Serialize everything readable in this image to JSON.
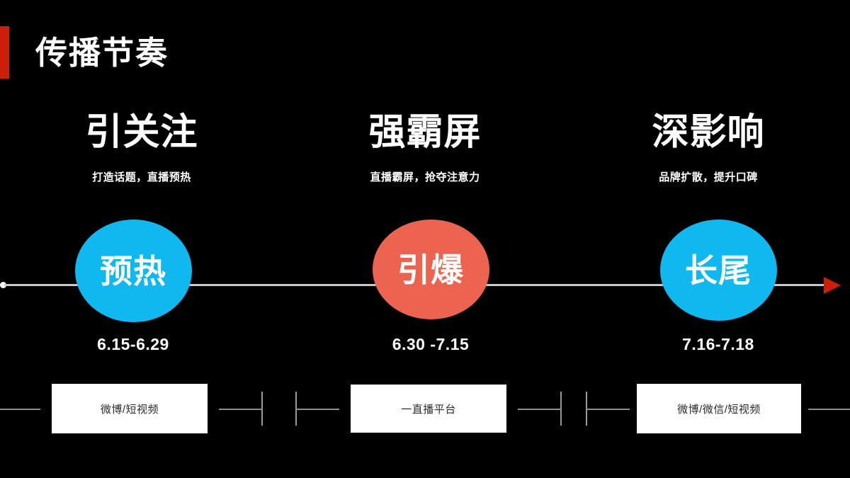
{
  "slide": {
    "background_color": "#000000",
    "accent_color": "#cc1f06",
    "title": "传播节奏"
  },
  "palette": {
    "cyan": "#0fb8ef",
    "coral": "#ec6450",
    "red": "#cc1f06",
    "line": "#c9c9c9",
    "box_fill": "#ffffff",
    "box_text": "#2b2b2b"
  },
  "columns": [
    {
      "heading": "引关注",
      "subtitle": "打造话题，直播预热"
    },
    {
      "heading": "强霸屏",
      "subtitle": "直播霸屏，抢夺注意力"
    },
    {
      "heading": "深影响",
      "subtitle": "品牌扩散，提升口碑"
    }
  ],
  "timeline": {
    "start_marker": "dot",
    "end_marker": "arrow-right-icon",
    "nodes": [
      {
        "label": "预热",
        "color": "#0fb8ef",
        "date": "6.15-6.29",
        "platform": "微博/短视频"
      },
      {
        "label": "引爆",
        "color": "#ec6450",
        "date": "6.30 -7.15",
        "platform": "一直播平台"
      },
      {
        "label": "长尾",
        "color": "#0fb8ef",
        "date": "7.16-7.18",
        "platform": "微博/微信/短视频"
      }
    ]
  }
}
